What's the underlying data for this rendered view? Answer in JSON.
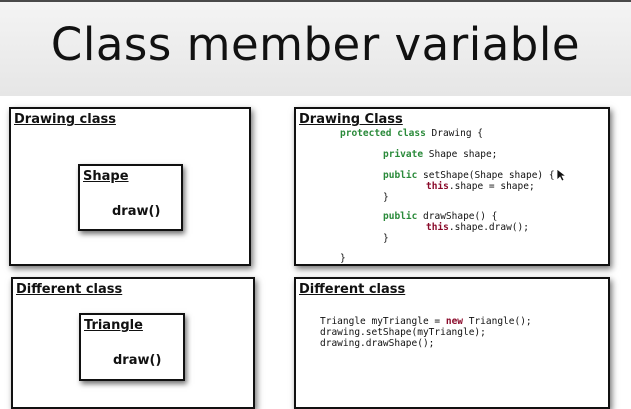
{
  "slide": {
    "title": "Class member variable"
  },
  "panels": {
    "drawing_class": {
      "label": "Drawing class",
      "inner": {
        "label": "Shape",
        "method": "draw()"
      }
    },
    "different_class_left": {
      "label": "Different class",
      "inner": {
        "label": "Triangle",
        "method": "draw()"
      }
    },
    "drawing_class_code": {
      "label": "Drawing Class",
      "lines": {
        "l1_kw": "protected class",
        "l1_rest": " Drawing {",
        "l2_kw": "private",
        "l2_rest": " Shape shape;",
        "l3_kw": "public",
        "l3_rest": " setShape(Shape shape) {",
        "l4_kw": "this",
        "l4_rest": ".shape = shape;",
        "l5": "}",
        "l6_kw": "public",
        "l6_rest": " drawShape() {",
        "l7_kw": "this",
        "l7_rest": ".shape.draw();",
        "l8": "}",
        "l9": "}"
      }
    },
    "different_class_code": {
      "label": "Different class",
      "lines": {
        "l1_a": "Triangle myTriangle = ",
        "l1_kw": "new",
        "l1_b": " Triangle();",
        "l2": "drawing.setShape(myTriangle);",
        "l3": "drawing.drawShape();"
      }
    }
  },
  "colors": {
    "keyword_green": "#2a8a3a",
    "keyword_this": "#8a0a2a"
  }
}
